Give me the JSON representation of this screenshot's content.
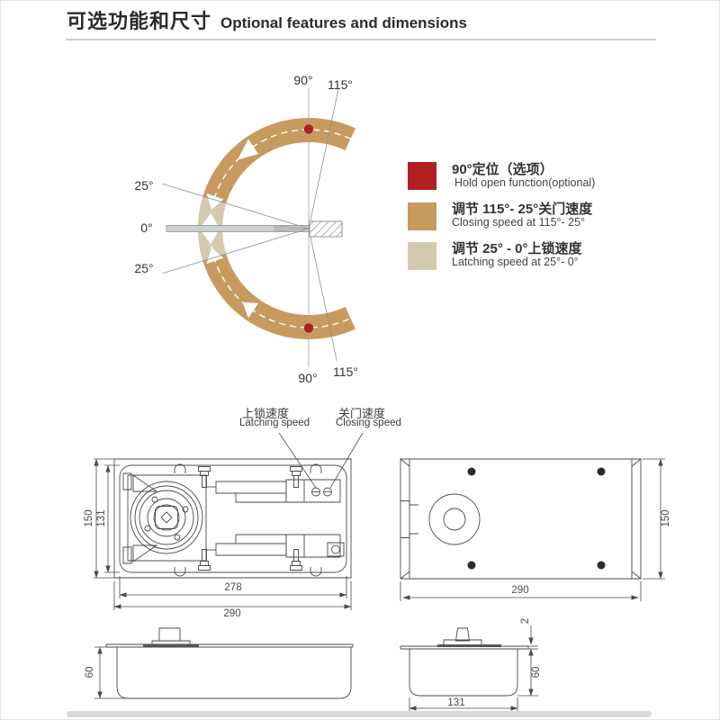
{
  "title": {
    "zh": "可选功能和尺寸",
    "en": "Optional features and dimensions"
  },
  "colors": {
    "arc_tan": "#c79b5f",
    "arc_latch": "#d5c9b0",
    "hold_dot": "#b01f24",
    "door_bar": "#ccd1d2"
  },
  "angle_diagram": {
    "labels": {
      "top_90": "90°",
      "top_115": "115°",
      "upper_25": "25°",
      "zero": "0°",
      "lower_25": "25°",
      "bottom_90": "90°",
      "bottom_115": "115°"
    }
  },
  "legend": {
    "items": [
      {
        "color": "#b01f24",
        "zh": "90°定位（选项）",
        "en": "Hold open function(optional)"
      },
      {
        "color": "#c79b5f",
        "zh": "调节 115°- 25°关门速度",
        "en": "Closing speed at 115°- 25°"
      },
      {
        "color": "#d5c9b0",
        "zh": "调节 25° - 0°上锁速度",
        "en": "Latching speed at 25°- 0°"
      }
    ]
  },
  "drawings": {
    "plan": {
      "latching_zh": "上锁速度",
      "latching_en": "Latching speed",
      "closing_zh": "关门速度",
      "closing_en": "Closing speed",
      "dims": {
        "height_outer": "150",
        "height_inner": "131",
        "width_inner": "278",
        "width_outer": "290"
      }
    },
    "cover": {
      "dims": {
        "height": "150",
        "width": "290"
      }
    },
    "side_front": {
      "dims": {
        "height": "60"
      }
    },
    "side_end": {
      "dims": {
        "thickness": "2",
        "height": "60",
        "width": "131"
      }
    }
  }
}
